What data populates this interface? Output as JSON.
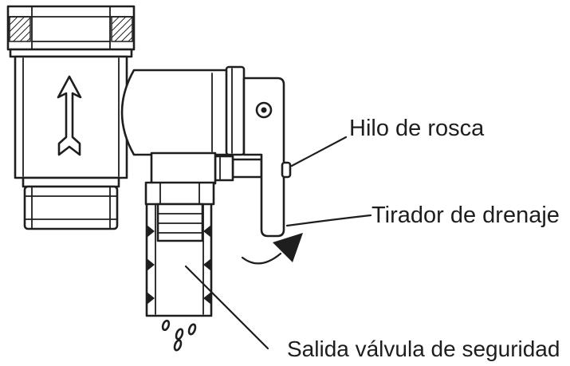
{
  "labels": {
    "thread": "Hilo de rosca",
    "drain_handle": "Tirador de drenaje",
    "outlet": "Salida válvula de seguridad"
  },
  "colors": {
    "line": "#1e1e1e",
    "background": "#ffffff"
  }
}
